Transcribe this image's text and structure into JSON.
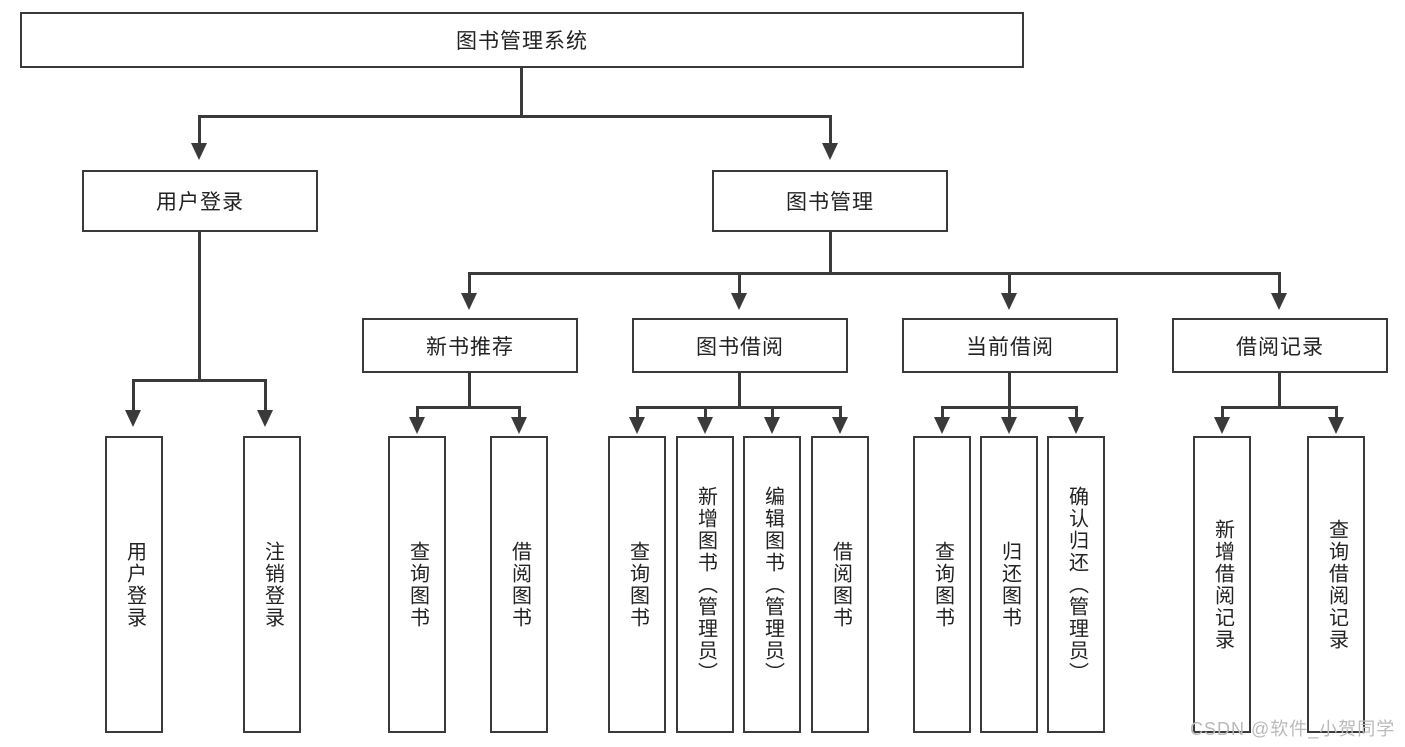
{
  "diagram": {
    "title": "图书管理系统",
    "type": "tree-hierarchy-chart",
    "root": {
      "label": "图书管理系统"
    },
    "level2": [
      {
        "label": "用户登录"
      },
      {
        "label": "图书管理"
      }
    ],
    "level3": [
      {
        "label": "新书推荐"
      },
      {
        "label": "图书借阅"
      },
      {
        "label": "当前借阅"
      },
      {
        "label": "借阅记录"
      }
    ],
    "leaves": [
      {
        "label": "用户登录",
        "parent": "用户登录"
      },
      {
        "label": "注销登录",
        "parent": "用户登录"
      },
      {
        "label": "查询图书",
        "parent": "新书推荐"
      },
      {
        "label": "借阅图书",
        "parent": "新书推荐"
      },
      {
        "label": "查询图书",
        "parent": "图书借阅"
      },
      {
        "label": "新增图书（管理员）",
        "parent": "图书借阅"
      },
      {
        "label": "编辑图书（管理员）",
        "parent": "图书借阅"
      },
      {
        "label": "借阅图书",
        "parent": "图书借阅"
      },
      {
        "label": "查询图书",
        "parent": "当前借阅"
      },
      {
        "label": "归还图书",
        "parent": "当前借阅"
      },
      {
        "label": "确认归还（管理员）",
        "parent": "当前借阅"
      },
      {
        "label": "新增借阅记录",
        "parent": "借阅记录"
      },
      {
        "label": "查询借阅记录",
        "parent": "借阅记录"
      }
    ],
    "watermark": "CSDN @软件_小贺同学",
    "colors": {
      "stroke": "#3a3a3a",
      "fill": "#ffffff",
      "text": "#222222",
      "watermark": "#b9b9b9"
    }
  }
}
